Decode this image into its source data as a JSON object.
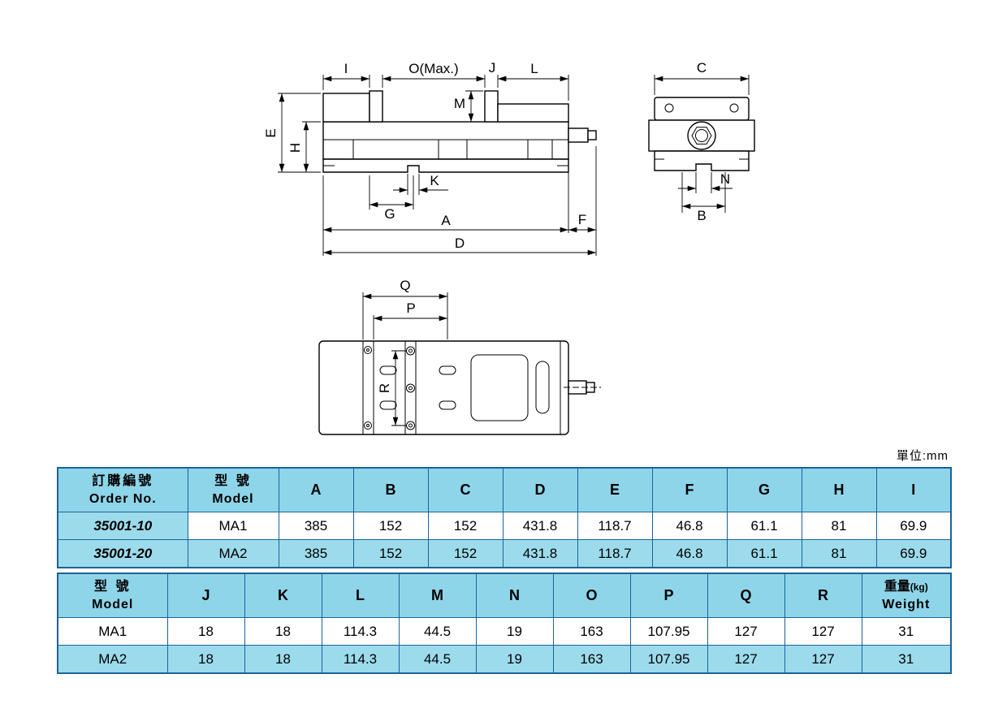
{
  "unit_label": "單位:mm",
  "colors": {
    "header_bg": "#8ed5e9",
    "row_bg": "#9cdbec",
    "border": "#1b639b",
    "line": "#000000"
  },
  "dims": {
    "i": "I",
    "o": "O(Max.)",
    "j": "J",
    "l": "L",
    "m": "M",
    "e": "E",
    "h": "H",
    "k": "K",
    "g": "G",
    "a": "A",
    "f": "F",
    "d": "D",
    "c": "C",
    "n": "N",
    "b": "B",
    "q": "Q",
    "p": "P",
    "r": "R"
  },
  "table1": {
    "col1_zh": "訂購編號",
    "col1_en": "Order No.",
    "col2_zh": "型 號",
    "col2_en": "Model",
    "letter_headers": [
      "A",
      "B",
      "C",
      "D",
      "E",
      "F",
      "G",
      "H",
      "I"
    ],
    "rows": [
      {
        "order": "35001-10",
        "model": "MA1",
        "values": [
          "385",
          "152",
          "152",
          "431.8",
          "118.7",
          "46.8",
          "61.1",
          "81",
          "69.9"
        ]
      },
      {
        "order": "35001-20",
        "model": "MA2",
        "values": [
          "385",
          "152",
          "152",
          "431.8",
          "118.7",
          "46.8",
          "61.1",
          "81",
          "69.9"
        ]
      }
    ]
  },
  "table2": {
    "col1_zh": "型 號",
    "col1_en": "Model",
    "letter_headers": [
      "J",
      "K",
      "L",
      "M",
      "N",
      "O",
      "P",
      "Q",
      "R"
    ],
    "weight_zh": "重量",
    "weight_kg": "(kg)",
    "weight_en": "Weight",
    "rows": [
      {
        "model": "MA1",
        "values": [
          "18",
          "18",
          "114.3",
          "44.5",
          "19",
          "163",
          "107.95",
          "127",
          "127",
          "31"
        ]
      },
      {
        "model": "MA2",
        "values": [
          "18",
          "18",
          "114.3",
          "44.5",
          "19",
          "163",
          "107.95",
          "127",
          "127",
          "31"
        ]
      }
    ]
  }
}
